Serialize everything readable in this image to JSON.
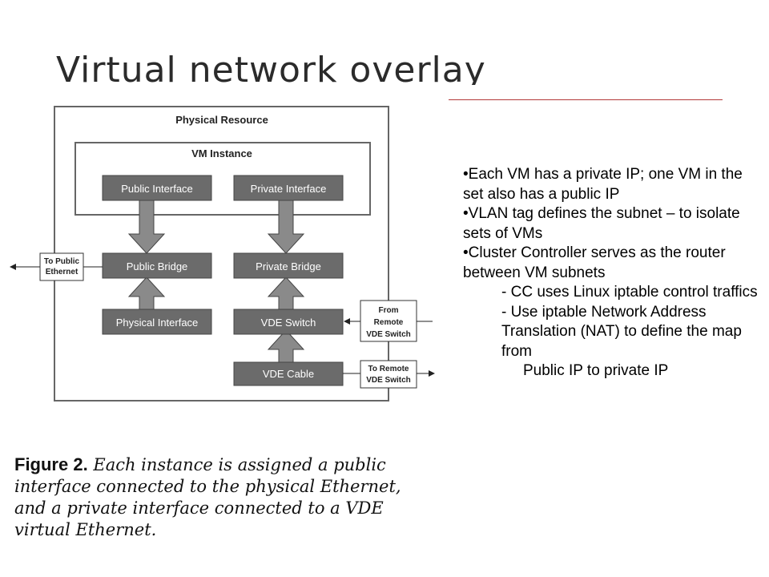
{
  "slide": {
    "title": "Virtual network overlay",
    "bullets": [
      {
        "level": 1,
        "text": "•Each VM has a private IP; one VM in the set also has a public IP"
      },
      {
        "level": 1,
        "text": "•VLAN tag defines the subnet – to isolate sets of VMs"
      },
      {
        "level": 1,
        "text": "•Cluster Controller serves as the router between VM subnets"
      },
      {
        "level": 2,
        "text": "-   CC uses Linux iptable control traffics"
      },
      {
        "level": 2,
        "text": "-   Use iptable Network Address Translation (NAT) to define the map from"
      },
      {
        "level": 3,
        "text": "Public IP to private IP"
      }
    ],
    "caption": {
      "label": "Figure 2.",
      "text": " Each instance is assigned a public interface connected to the physical Ethernet, and a private interface connected to a VDE virtual Ethernet."
    }
  },
  "diagram": {
    "physical_resource": "Physical Resource",
    "vm_instance": "VM Instance",
    "public_interface": "Public Interface",
    "private_interface": "Private Interface",
    "public_bridge": "Public Bridge",
    "private_bridge": "Private Bridge",
    "physical_interface": "Physical Interface",
    "vde_switch": "VDE Switch",
    "vde_cable": "VDE Cable",
    "to_public_1": "To Public",
    "to_public_2": "Ethernet",
    "from_remote_1": "From",
    "from_remote_2": "Remote",
    "from_remote_3": "VDE Switch",
    "to_remote_1": "To Remote",
    "to_remote_2": "VDE Switch"
  },
  "colors": {
    "box_fill": "#6b6b6b",
    "arrow_fill": "#8a8a8a",
    "rule": "#b33a3a"
  }
}
